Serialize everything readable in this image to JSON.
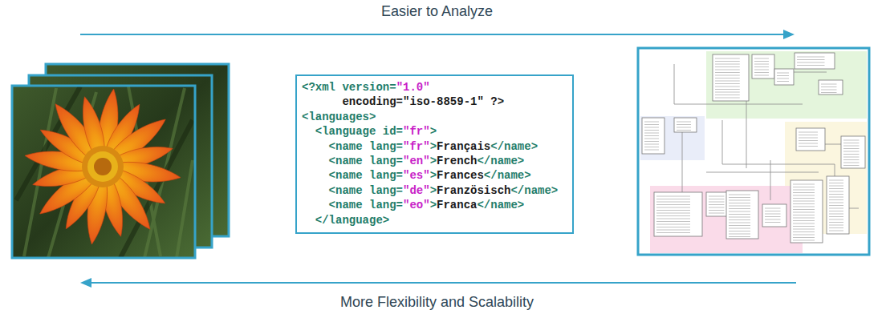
{
  "diagram": {
    "nodes": [
      {
        "text": [
          "<?xml version=\"1.0\"",
          "encoding=\"iso-8859-1\" ?>",
          "<languages>",
          "<language id=\"fr\">",
          "<name lang=\"fr\">Français</name>",
          "<name lang=\"en\">French</name>",
          "<name lang=\"es\">Frances</name>",
          "<name lang=\"de\">Französisch</name>",
          "<name lang=\"eo\">Franca</name>",
          "</language>"
        ]
      }
    ],
    "labels": [
      "Easier to Analyze",
      "More Flexibility and Scalability"
    ]
  }
}
